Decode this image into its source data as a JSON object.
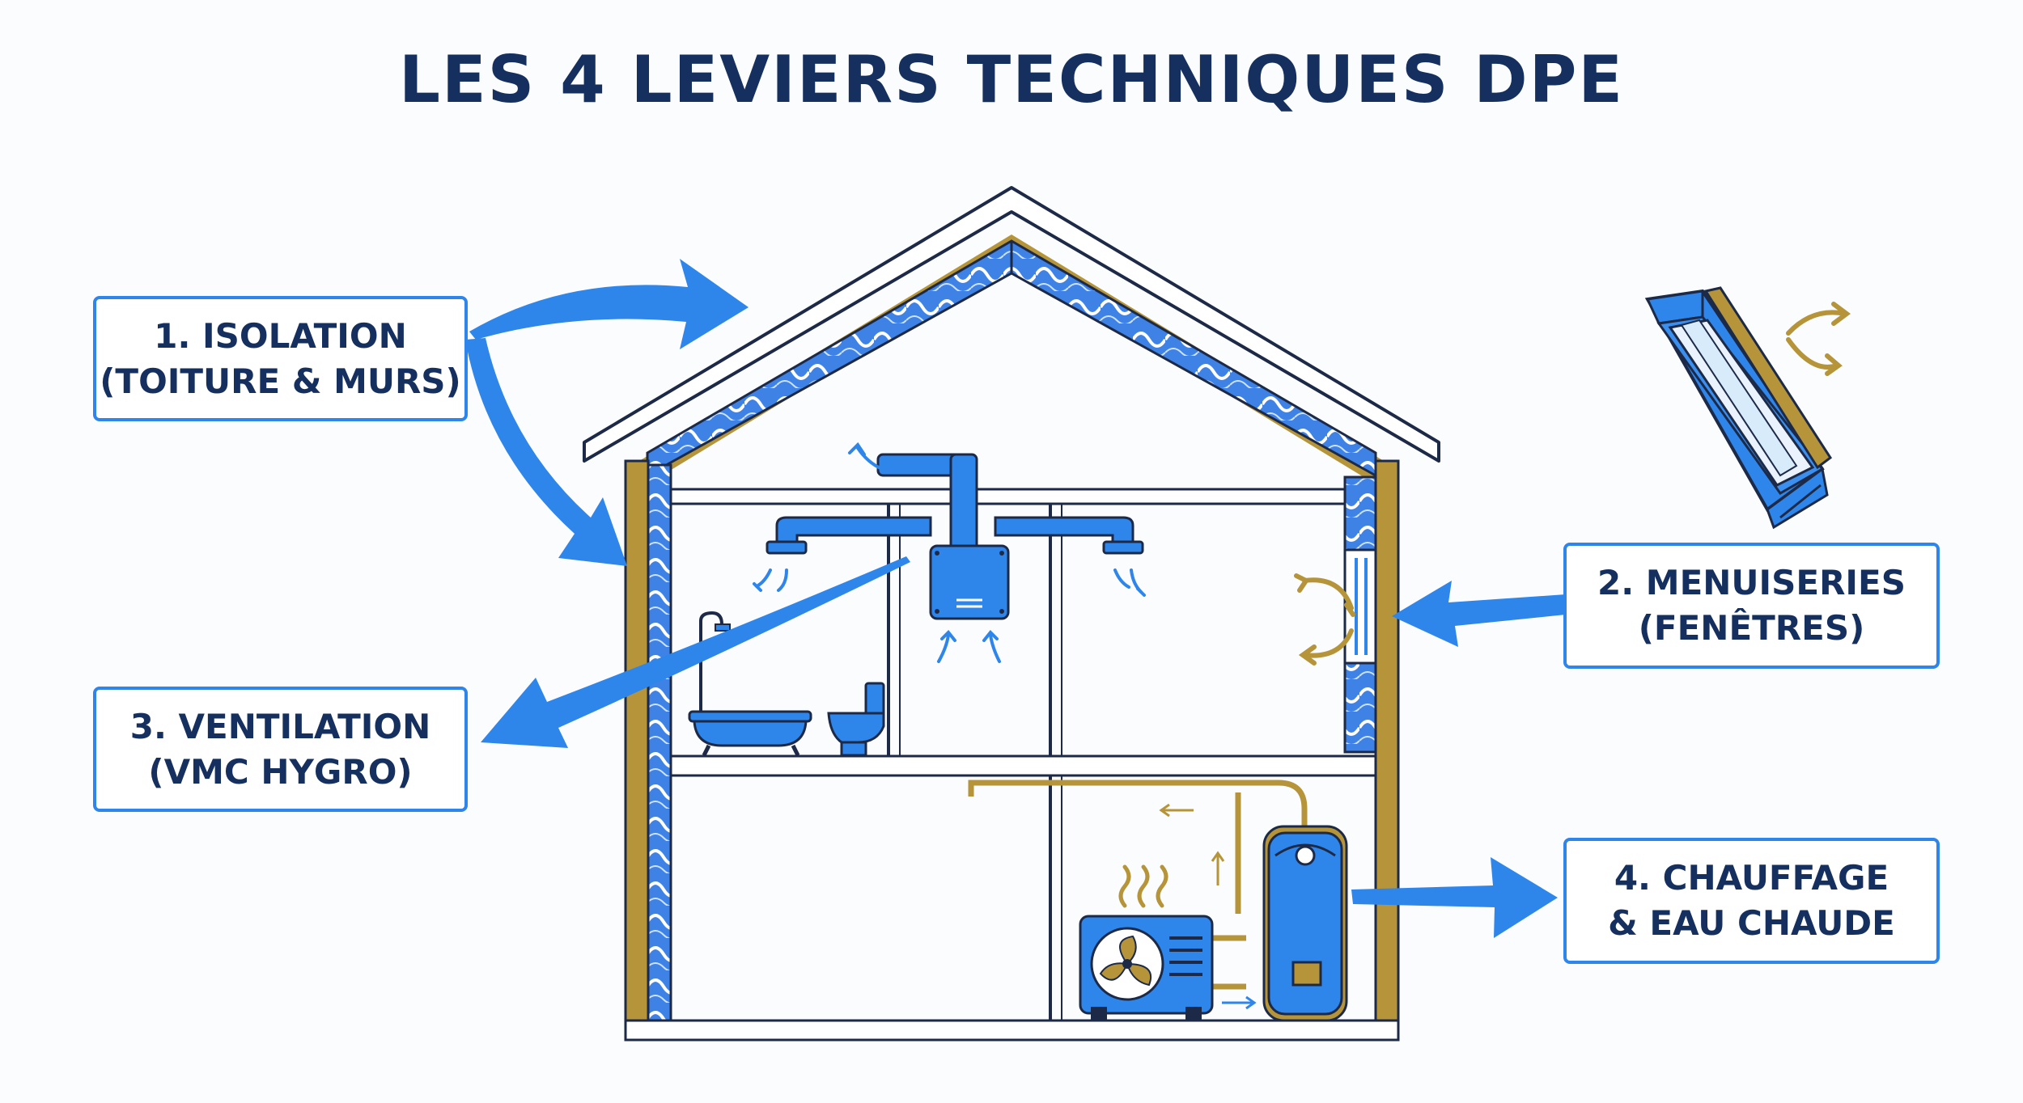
{
  "title": "LES 4 LEVIERS TECHNIQUES DPE",
  "colors": {
    "accent_blue": "#2f86ea",
    "dark_blue": "#15305e",
    "gold": "#b6953a",
    "insulation_blue": "#3f82e6",
    "outline": "#1c2a48"
  },
  "callouts": [
    {
      "line1": "1. ISOLATION",
      "line2": "(TOITURE & MURS)"
    },
    {
      "line1": "2. MENUISERIES",
      "line2": "(FENÊTRES)"
    },
    {
      "line1": "3. VENTILATION",
      "line2": "(VMC HYGRO)"
    },
    {
      "line1": "4. CHAUFFAGE",
      "line2": "& EAU CHAUDE"
    }
  ]
}
